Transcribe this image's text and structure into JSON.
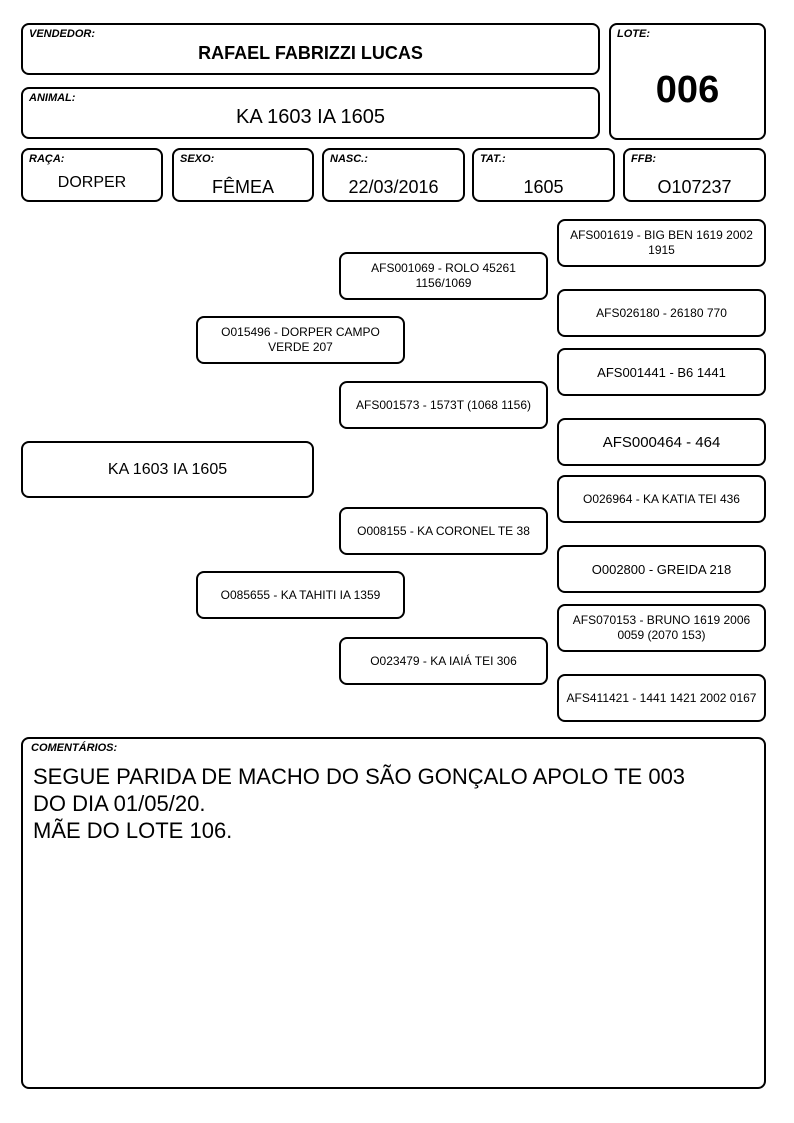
{
  "header": {
    "vendedor_label": "VENDEDOR:",
    "vendedor": "RAFAEL FABRIZZI LUCAS",
    "lote_label": "LOTE:",
    "lote": "006",
    "animal_label": "ANIMAL:",
    "animal": "KA 1603 IA 1605"
  },
  "info": {
    "raca_label": "RAÇA:",
    "raca": "DORPER",
    "sexo_label": "SEXO:",
    "sexo": "FÊMEA",
    "nasc_label": "NASC.:",
    "nasc": "22/03/2016",
    "tat_label": "TAT.:",
    "tat": "1605",
    "ffb_label": "FFB:",
    "ffb": "O107237"
  },
  "pedigree": {
    "animal": "KA 1603 IA 1605",
    "sire": "O015496 - DORPER CAMPO VERDE 207",
    "dam": "O085655 - KA TAHITI IA 1359",
    "sire_sire": "AFS001069 - ROLO 45261 1156/1069",
    "sire_dam": "AFS001573 - 1573T (1068 1156)",
    "dam_sire": "O008155 - KA CORONEL TE 38",
    "dam_dam": "O023479 - KA IAIÁ TEI 306",
    "ggp": [
      "AFS001619 - BIG BEN 1619 2002 1915",
      "AFS026180 - 26180 770",
      "AFS001441 - B6 1441",
      "AFS000464 - 464",
      "O026964 - KA KATIA TEI 436",
      "O002800 - GREIDA 218",
      "AFS070153 - BRUNO 1619 2006 0059 (2070 153)",
      "AFS411421 - 1441 1421 2002 0167"
    ]
  },
  "comments": {
    "label": "COMENTÁRIOS:",
    "text": "SEGUE PARIDA DE MACHO DO SÃO GONÇALO APOLO TE 003\nDO DIA 01/05/20.\nMÃE DO LOTE 106."
  }
}
